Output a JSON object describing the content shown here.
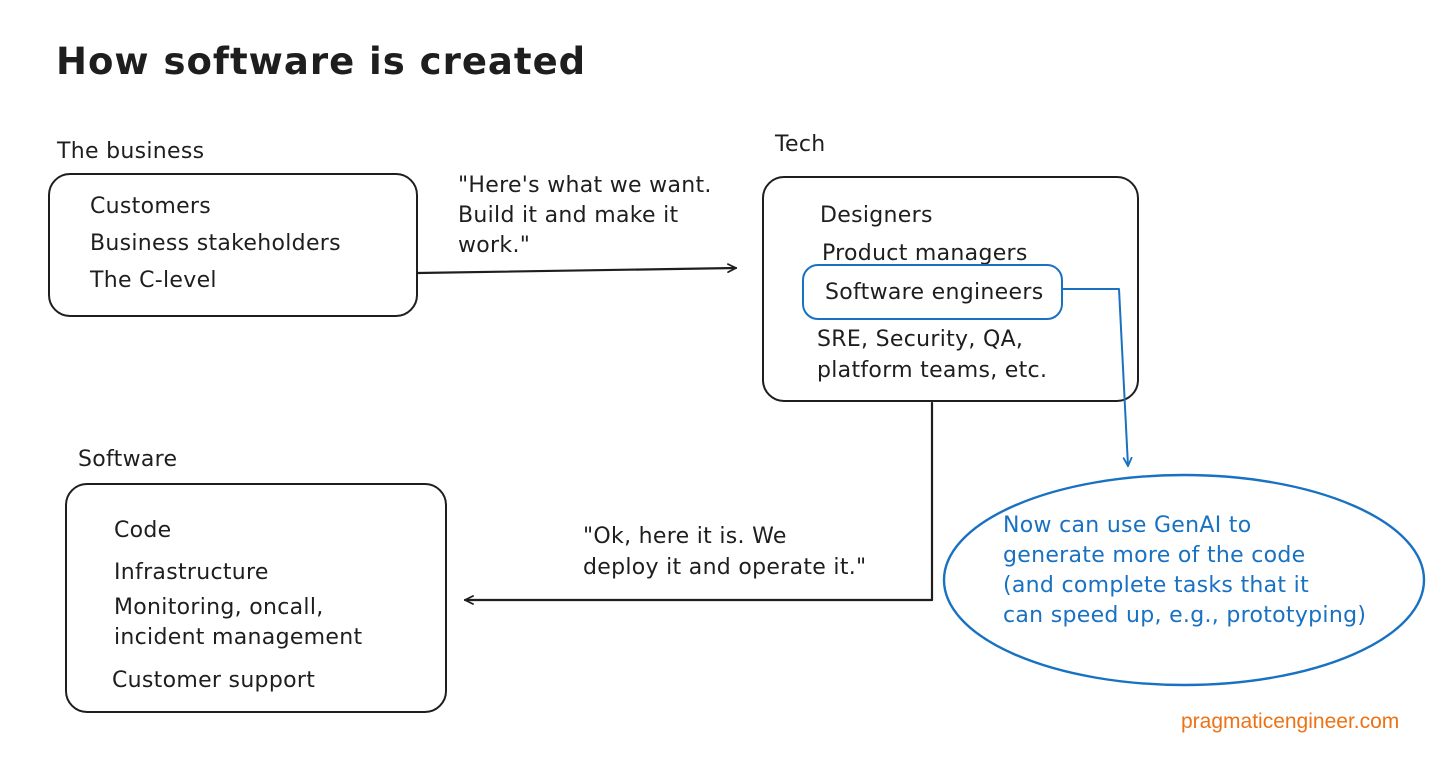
{
  "title": "How software is created",
  "colors": {
    "ink": "#1e1e1e",
    "accent_blue": "#1971c2",
    "brand_orange": "#ee7214"
  },
  "business": {
    "label": "The business",
    "items": [
      "Customers",
      "Business stakeholders",
      "The C-level"
    ]
  },
  "tech": {
    "label": "Tech",
    "items": [
      "Designers",
      "Product managers"
    ],
    "highlighted_item": "Software engineers",
    "more_items": "SRE, Security, QA,\nplatform teams, etc."
  },
  "software": {
    "label": "Software",
    "items": [
      "Code",
      "Infrastructure",
      "Monitoring, oncall,\nincident management",
      "Customer support"
    ]
  },
  "arrows": {
    "business_to_tech_label": "\"Here's what we want.\nBuild it and make it\nwork.\"",
    "tech_to_software_label": "\"Ok, here it is. We\ndeploy it and operate it.\""
  },
  "genai_note": "Now can use GenAI to\ngenerate more of the code\n(and complete tasks that it\ncan speed up, e.g., prototyping)",
  "footer": {
    "site": "pragmaticengineer.com"
  }
}
